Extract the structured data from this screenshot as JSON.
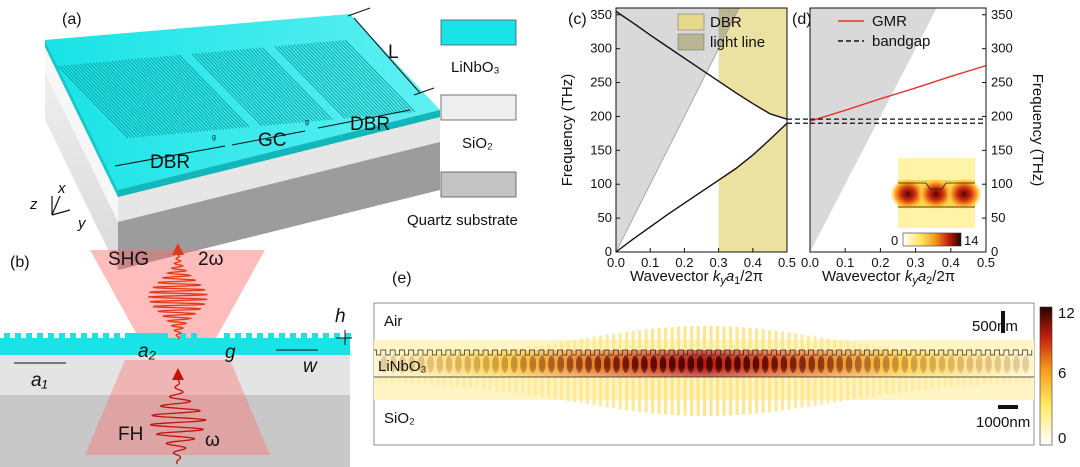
{
  "panels": {
    "a": {
      "label": "(a)",
      "labels": {
        "dbr_left": "DBR",
        "gc": "GC",
        "dbr_right": "DBR",
        "length": "L",
        "z": "z",
        "x": "x",
        "y": "y"
      },
      "legend": [
        {
          "name": "LiNbO₃",
          "color": "#18e3e6"
        },
        {
          "name": "SiO₂",
          "color": "#eeeeee"
        },
        {
          "name": "Quartz substrate",
          "color": "#c3c3c3"
        }
      ]
    },
    "b": {
      "label": "(b)",
      "labels": {
        "shg": "SHG",
        "two_omega": "2ω",
        "fh": "FH",
        "omega": "ω",
        "a1": "a₁",
        "a2": "a₂",
        "g": "g",
        "w": "w",
        "h": "h"
      }
    },
    "c": {
      "label": "(c)"
    },
    "d": {
      "label": "(d)"
    },
    "e": {
      "label": "(e)",
      "labels": {
        "air": "Air",
        "linbo3": "LiNbO₃",
        "sio2": "SiO₂",
        "scale_vertical": "500nm",
        "scale_horizontal": "1000nm"
      },
      "colorbar": {
        "ticks": [
          "12",
          "6",
          "0"
        ]
      }
    }
  },
  "chart_data": [
    {
      "id": "c",
      "type": "area",
      "xlabel": "Wavevector k_y a_1/2π",
      "ylabel": "Frequency (THz)",
      "xlim": [
        0,
        0.5
      ],
      "ylim": [
        0,
        360
      ],
      "xticks": [
        "0.0",
        "0.1",
        "0.2",
        "0.3",
        "0.4",
        "0.5"
      ],
      "yticks": [
        "0",
        "50",
        "100",
        "150",
        "200",
        "250",
        "300",
        "350"
      ],
      "legend": [
        "DBR",
        "light line"
      ],
      "legend_colors": [
        "#e6d98a",
        "#b9b594"
      ],
      "dbr_region": {
        "x": [
          0.3,
          0.5
        ]
      },
      "light_line": {
        "x": [
          0,
          0.36
        ],
        "y": [
          0,
          360
        ]
      },
      "series": [
        {
          "x": [
            0,
            0.05,
            0.1,
            0.15,
            0.2,
            0.25,
            0.3,
            0.35,
            0.4,
            0.45,
            0.5
          ],
          "y": [
            0,
            19,
            37,
            55,
            72,
            89,
            106,
            123,
            143,
            166,
            190
          ]
        },
        {
          "x": [
            0,
            0.05,
            0.1,
            0.15,
            0.2,
            0.25,
            0.3,
            0.35,
            0.4,
            0.45,
            0.5
          ],
          "y": [
            355,
            338,
            320,
            303,
            286,
            269,
            252,
            235,
            219,
            204,
            196
          ]
        }
      ]
    },
    {
      "id": "d",
      "type": "line",
      "xlabel": "Wavevector k_y a_2/2π",
      "ylabel": "Frequency (THz)",
      "xlim": [
        0,
        0.5
      ],
      "ylim": [
        0,
        360
      ],
      "xticks": [
        "0.0",
        "0.1",
        "0.2",
        "0.3",
        "0.4",
        "0.5"
      ],
      "yticks": [
        "0",
        "50",
        "100",
        "150",
        "200",
        "250",
        "300",
        "350"
      ],
      "legend": [
        "GMR",
        "bandgap"
      ],
      "light_line": {
        "x": [
          0,
          0.36
        ],
        "y": [
          0,
          360
        ]
      },
      "series": [
        {
          "name": "GMR",
          "color": "#e8322a",
          "x": [
            0,
            0.1,
            0.2,
            0.3,
            0.4,
            0.5
          ],
          "y": [
            193,
            209,
            226,
            242,
            259,
            275
          ]
        }
      ],
      "bandgap": [
        190,
        196
      ],
      "inset_colorbar": {
        "min": "0",
        "max": "14"
      }
    }
  ]
}
